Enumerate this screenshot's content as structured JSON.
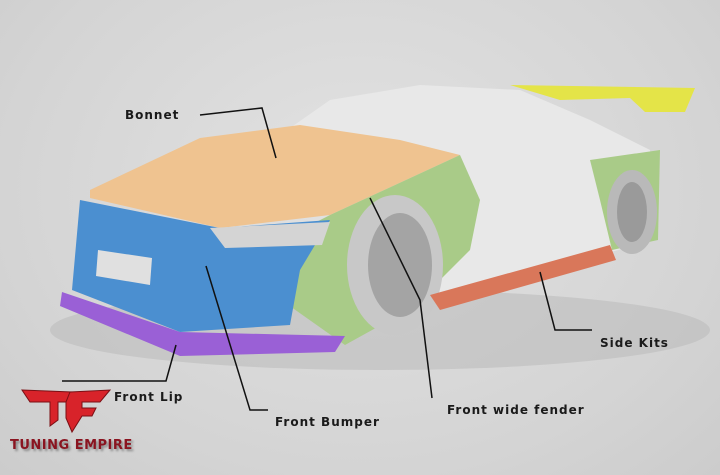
{
  "labels": {
    "bonnet": "Bonnet",
    "side_kits": "Side Kits",
    "front_lip": "Front Lip",
    "front_bumper": "Front Bumper",
    "front_wide_fender": "Front wide fender"
  },
  "logo": {
    "text": "TUNING EMPIRE",
    "monogram": "TF"
  },
  "colors": {
    "bonnet": "#efc390",
    "bumper": "#4b8fd0",
    "lip": "#9a60d6",
    "fender": "#a9cb88",
    "side_skirt": "#d9775a",
    "wing": "#e4e448",
    "body": "#e6e6e6",
    "logo_red": "#d8232a"
  }
}
